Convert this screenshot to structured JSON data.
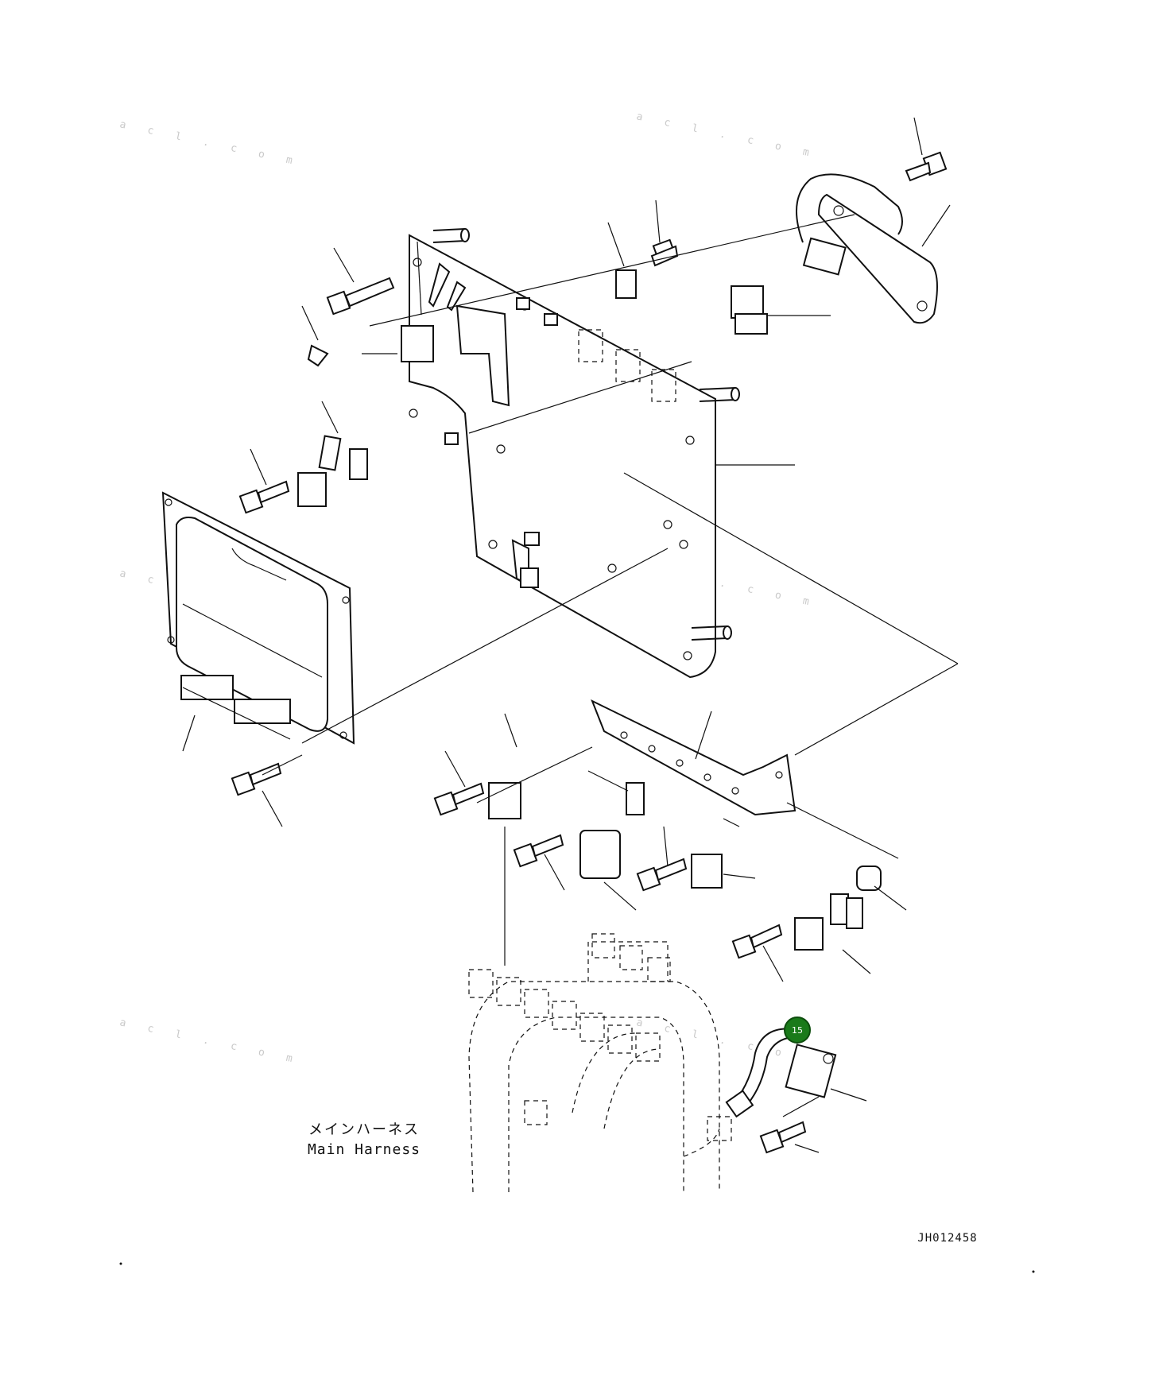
{
  "diagram": {
    "harness_label_jp": "メインハーネス",
    "harness_label_en": "Main Harness",
    "drawing_code": "JH012458",
    "callout": {
      "number": "15",
      "color": "#1a7a1a"
    },
    "watermark_text": "a c l . c o m"
  }
}
